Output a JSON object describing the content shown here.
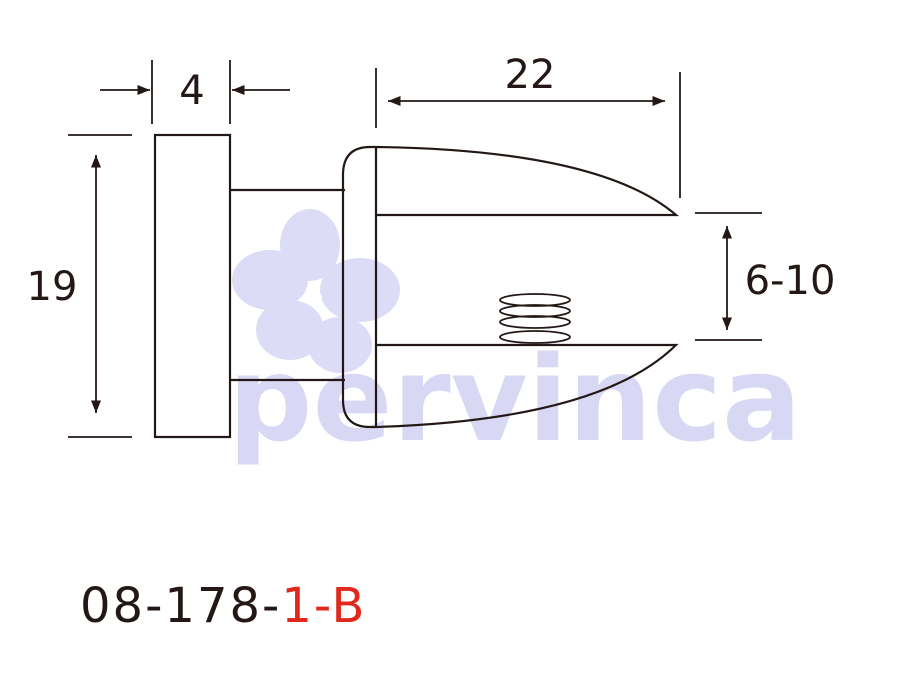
{
  "dimensions": {
    "plate_thickness": "4",
    "clamp_depth": "22",
    "height": "19",
    "glass_range": "6-10"
  },
  "watermark": "pervinca",
  "part_number": {
    "prefix": "08-178-",
    "suffix": "1-B"
  },
  "colors": {
    "line": "#231815",
    "suffix": "#e0281c",
    "watermark": "#d8d8f4"
  }
}
